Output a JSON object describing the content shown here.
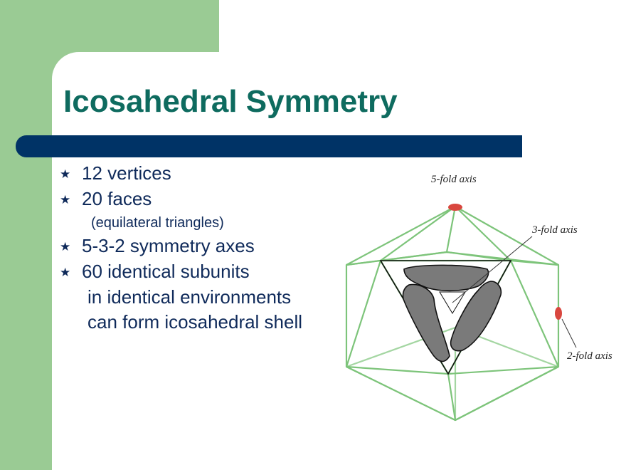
{
  "slide": {
    "title": "Icosahedral Symmetry",
    "bullets": [
      {
        "text": "12 vertices"
      },
      {
        "text": "20 faces",
        "sub": "(equilateral triangles)"
      },
      {
        "text": "5-3-2 symmetry axes"
      },
      {
        "text": "60 identical subunits",
        "continuation": [
          "in identical environments",
          "can form icosahedral shell"
        ]
      }
    ],
    "bullet_icon": "star-icon"
  },
  "figure": {
    "labels": {
      "five_fold": "5-fold axis",
      "three_fold": "3-fold axis",
      "two_fold": "2-fold axis"
    },
    "colors": {
      "edges": "#7dc47a",
      "axis_markers": "#d9473f",
      "subunits": "#7a7a7a",
      "background_green": "#9acb94",
      "title": "#0e6b5f",
      "title_bar": "#003366"
    }
  }
}
